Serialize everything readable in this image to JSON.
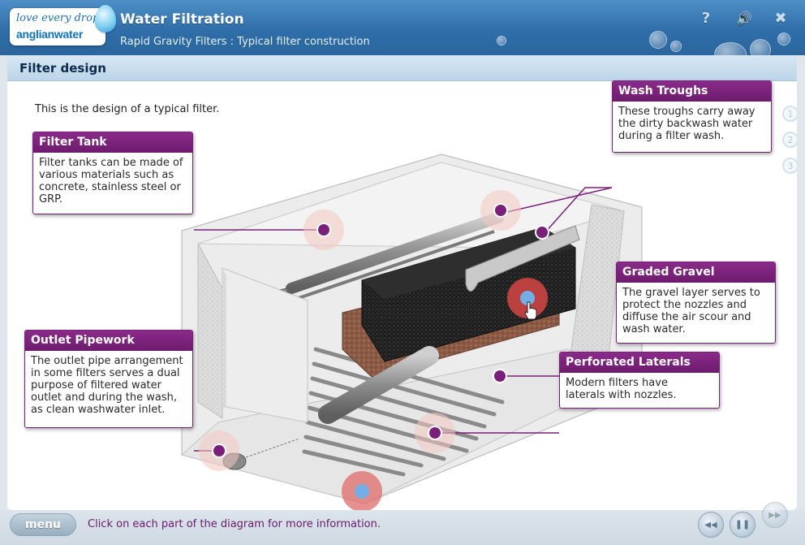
{
  "header": {
    "logo_line1": "love every drop",
    "logo_line2": "anglianwater",
    "title": "Water Filtration",
    "subtitle": "Rapid Gravity Filters : Typical filter construction",
    "help_glyph": "?",
    "sound_glyph": "🔊",
    "close_glyph": "✖"
  },
  "panel": {
    "title": "Filter design",
    "intro": "This is the design of a typical filter."
  },
  "pager": [
    "1",
    "2",
    "3"
  ],
  "callouts": {
    "filter_tank": {
      "title": "Filter Tank",
      "lines": [
        "Filter tanks can be made of",
        "various materials such as",
        "concrete, stainless steel or",
        "GRP."
      ]
    },
    "wash_troughs": {
      "title": "Wash Troughs",
      "lines": [
        "These troughs carry away",
        "the dirty backwash water",
        "during a filter wash."
      ]
    },
    "graded_gravel": {
      "title": "Graded Gravel",
      "lines": [
        "The gravel layer serves to",
        "protect the nozzles and",
        "diffuse the air scour and",
        "wash water."
      ]
    },
    "perforated_laterals": {
      "title": "Perforated Laterals",
      "lines": [
        "Modern filters have",
        "laterals with nozzles."
      ]
    },
    "outlet_pipework": {
      "title": "Outlet Pipework",
      "lines": [
        "The outlet pipe arrangement",
        "in some filters serves a dual",
        "purpose of filtered water",
        "outlet and during the wash,",
        "as clean washwater inlet."
      ]
    }
  },
  "footer": {
    "menu_label": "menu",
    "instruction": "Click on each part of the diagram for more information.",
    "rewind_glyph": "◀◀",
    "pause_glyph": "❚❚",
    "forward_glyph": "▶▶"
  },
  "colors": {
    "accent": "#7a1f7a",
    "hotspot_ring": "#e06a6a",
    "hotspot_dot": "#74aee6",
    "header_blue": "#2f6ea9"
  }
}
